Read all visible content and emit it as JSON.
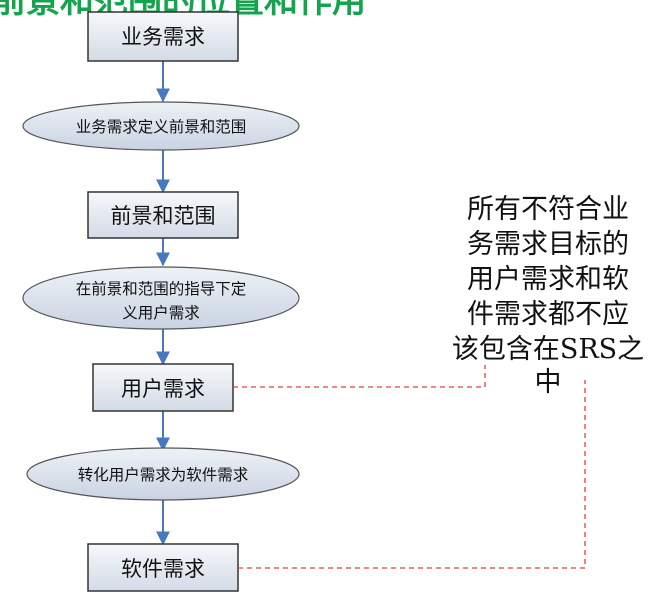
{
  "title": "前景和范围的位置和作用",
  "colors": {
    "title": "#12a54e",
    "box_fill_top": "#f6f8fb",
    "box_fill_bottom": "#d3dbe6",
    "box_stroke": "#333333",
    "oval_fill_top": "#eef2f7",
    "oval_fill_bottom": "#c9d3e2",
    "oval_stroke": "#555555",
    "arrow": "#4a78c0",
    "dashed": "#e04040"
  },
  "flow": {
    "box_business": "业务需求",
    "oval_define_scope": "业务需求定义前景和范围",
    "box_scope": "前景和范围",
    "oval_guided": {
      "line1": "在前景和范围的指导下定",
      "line2": "义用户需求"
    },
    "box_user": "用户需求",
    "oval_convert": "转化用户需求为软件需求",
    "box_software": "软件需求"
  },
  "note": {
    "lines": [
      "所有不符合业",
      "务需求目标的",
      "用户需求和软",
      "件需求都不应",
      "该包含在SRS之",
      "中"
    ]
  }
}
